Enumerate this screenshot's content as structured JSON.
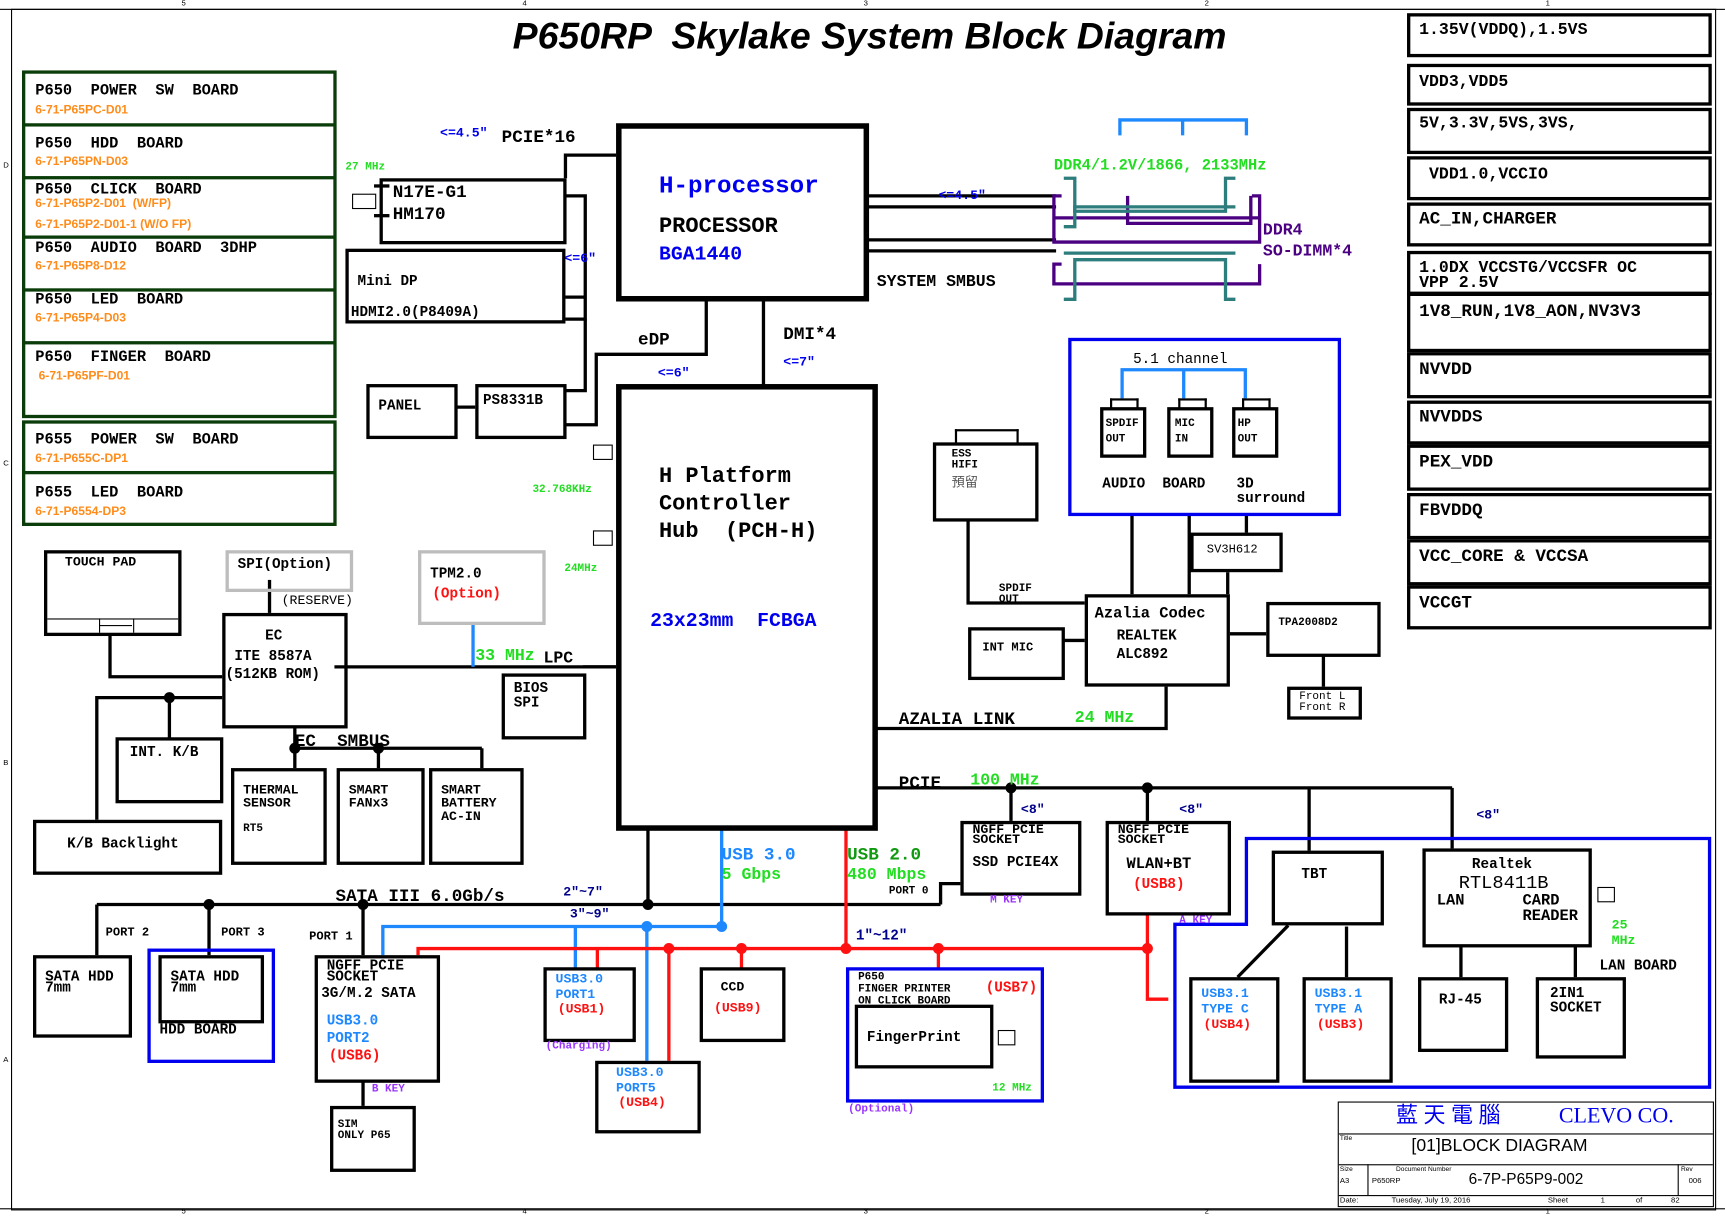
{
  "title": "P650RP  Skylake System Block Diagram",
  "border_zones": {
    "top": [
      "5",
      "4",
      "3",
      "2",
      "1"
    ],
    "bottom": [
      "5",
      "4",
      "3",
      "2",
      "1"
    ],
    "side": [
      "D",
      "C",
      "B",
      "A"
    ]
  },
  "daughter_boards": [
    {
      "name": "P650  POWER  SW  BOARD",
      "parts": [
        "6-71-P65PC-D01"
      ]
    },
    {
      "name": "P650  HDD  BOARD",
      "parts": [
        "6-71-P65PN-D03"
      ]
    },
    {
      "name": "P650  CLICK  BOARD",
      "parts": [
        "6-71-P65P2-D01  (W/FP)",
        "6-71-P65P2-D01-1 (W/O FP)"
      ]
    },
    {
      "name": "P650  AUDIO  BOARD  3DHP",
      "parts": [
        "6-71-P65P8-D12"
      ]
    },
    {
      "name": "P650  LED  BOARD",
      "parts": [
        "6-71-P65P4-D03"
      ]
    },
    {
      "name": "P650  FINGER  BOARD",
      "parts": [
        " 6-71-P65PF-D01"
      ]
    },
    {
      "name": "P655  POWER  SW  BOARD",
      "parts": [
        "6-71-P655C-DP1"
      ]
    },
    {
      "name": "P655  LED  BOARD",
      "parts": [
        "6-71-P6554-DP3"
      ]
    }
  ],
  "power_rails": [
    "1.35V(VDDQ),1.5VS",
    "VDD3,VDD5",
    "5V,3.3V,5VS,3VS,",
    " VDD1.0,VCCIO",
    "AC_IN,CHARGER",
    "1.0DX VCCSTG/VCCSFR OC\nVPP 2.5V",
    "1V8_RUN,1V8_AON,NV3V3",
    "NVVDD",
    "NVVDDS",
    "PEX_VDD",
    "FBVDDQ",
    "VCC_CORE & VCCSA",
    "VCCGT"
  ],
  "processor": {
    "line1": "H-processor",
    "line2": "PROCESSOR",
    "line3": "BGA1440"
  },
  "pch": {
    "line1": "H Platform",
    "line2": "Controller",
    "line3": "Hub  (PCH-H)",
    "package": "23x23mm  FCBGA"
  },
  "gpu": {
    "line1": "N17E-G1",
    "line2": "HM170",
    "clock": "27 MHz"
  },
  "display": {
    "minidp": "Mini DP",
    "hdmi": "HDMI2.0(P8409A)",
    "panel": "PANEL",
    "ps8331b": "PS8331B",
    "edp": "eDP",
    "edp_len": "<=6\"",
    "minidp_len": "<=6\"",
    "pcie16": "PCIE*16",
    "pcie16_len": "<=4.5\""
  },
  "dmi": {
    "label": "DMI*4",
    "len": "<=7\""
  },
  "memory": {
    "spec": "DDR4/1.2V/1866, 2133MHz",
    "len": "<=4.5\"",
    "smbus": "SYSTEM SMBUS",
    "label1": "DDR4",
    "label2": "SO-DIMM*4"
  },
  "pch_clocks": {
    "rtc": "32.768KHz",
    "xtal": "24MHz"
  },
  "audio": {
    "board_title": "5.1 channel",
    "jacks": [
      {
        "l1": "SPDIF",
        "l2": "OUT"
      },
      {
        "l1": "MIC",
        "l2": "IN"
      },
      {
        "l1": "HP",
        "l2": "OUT"
      }
    ],
    "board_label": "AUDIO  BOARD",
    "surround": "3D\nsurround",
    "ess": "ESS\nHIFI",
    "ess_cn": "預留",
    "spdif_out": "SPDIF\nOUT",
    "sv3h612": "SV3H612",
    "codec_l1": "Azalia Codec",
    "codec_l2": "REALTEK",
    "codec_l3": "ALC892",
    "int_mic": "INT MIC",
    "amp": "TPA2008D2",
    "front": "Front L\nFront R",
    "azalia_link": "AZALIA LINK",
    "azalia_clk": "24 MHz"
  },
  "ec": {
    "spi_option": "SPI(Option)",
    "reserve": "(RESERVE)",
    "touchpad": "TOUCH PAD",
    "ec_l1": "EC",
    "ec_l2": "ITE 8587A",
    "ec_l3": "(512KB ROM)",
    "tpm_l1": "TPM2.0",
    "tpm_l2": "(Option)",
    "lpc_clk": "33 MHz",
    "lpc": "LPC",
    "bios": "BIOS\nSPI",
    "intkb": "INT. K/B",
    "kb_backlight": "K/B Backlight",
    "ec_smbus": "EC  SMBUS",
    "thermal": "THERMAL\nSENSOR",
    "thermal_part": "RT5",
    "fan": "SMART\nFANx3",
    "battery": "SMART\nBATTERY\nAC-IN"
  },
  "sata": {
    "bus": "SATA III 6.0Gb/s",
    "len": "2\"~7\"",
    "port2": "PORT 2",
    "port3": "PORT 3",
    "port1": "PORT 1",
    "hdd1": "SATA HDD\n7mm",
    "hdd2": "SATA HDD\n7mm",
    "hdd_board": "HDD BOARD"
  },
  "ngff_3g": {
    "l1": "NGFF PCIE\nSOCKET",
    "l2": "3G/M.2 SATA",
    "usb": "USB3.0\nPORT2",
    "usbn": "(USB6)",
    "key": "B KEY",
    "sim": "SIM\nONLY P65"
  },
  "usb3": {
    "label": "USB 3.0",
    "speed": "5 Gbps",
    "len": "3\"~9\""
  },
  "usb2": {
    "label": "USB 2.0",
    "speed": "480 Mbps",
    "port0": "PORT 0",
    "len": "1\"~12\""
  },
  "usb_port1": {
    "l1": "USB3.0\nPORT1",
    "l2": "(USB1)",
    "note": "(Charging)"
  },
  "usb_port5": {
    "l1": "USB3.0\nPORT5",
    "l2": "(USB4)"
  },
  "ccd": {
    "l1": "CCD",
    "l2": "(USB9)"
  },
  "finger": {
    "l1": "P650\nFINGER PRINTER\nON CLICK BOARD",
    "usb": "(USB7)",
    "inner": "FingerPrint",
    "clk": "12 MHz",
    "note": "(Optional)"
  },
  "pcie": {
    "label": "PCIE",
    "clk": "100 MHz",
    "len_ssd": "<8\"",
    "len_wlan": "<8\"",
    "len_lan": "<8\""
  },
  "ssd": {
    "l1": "NGFF PCIE\nSOCKET",
    "l2": "SSD PCIE4X",
    "key": "M KEY"
  },
  "wlan": {
    "l1": "NGFF PCIE\nSOCKET",
    "l2": "WLAN+BT",
    "usb": "(USB8)",
    "key": "A KEY"
  },
  "tbt": {
    "label": "TBT"
  },
  "lan": {
    "l1": "Realtek",
    "l2": "RTL8411B",
    "l3": "LAN",
    "l4": "CARD\nREADER",
    "clk": "25\nMHz",
    "board": "LAN BOARD"
  },
  "usb31c": {
    "l1": "USB3.1\nTYPE C",
    "l2": "(USB4)"
  },
  "usb31a": {
    "l1": "USB3.1\nTYPE A",
    "l2": "(USB3)"
  },
  "rj45": {
    "label": "RJ-45"
  },
  "twoin1": {
    "label": "2IN1\nSOCKET"
  },
  "title_block": {
    "company_cn": "藍 天 電 腦",
    "company": "CLEVO CO.",
    "title_label": "Title",
    "title": "[01]BLOCK DIAGRAM",
    "size_label": "Size",
    "size": "A3",
    "docnum_label": "Document Number",
    "model": "P650RP",
    "docnum": "6-7P-P65P9-002",
    "rev_label": "Rev",
    "rev": "006",
    "date_label": "Date:",
    "date": "Tuesday, July 19, 2016",
    "sheet_label": "Sheet",
    "sheet": "1",
    "of_label": "of",
    "of": "82"
  },
  "colors": {
    "usb3": "#1e88ff",
    "usb2": "#ff1111",
    "frame_blue": "#0000ee",
    "board_green": "#0b3d0b",
    "part_orange": "#ff8c1a",
    "clock_green": "#22dd22",
    "dimm_teal": "#2e7d7d",
    "dimm_purple": "#4b0082"
  }
}
